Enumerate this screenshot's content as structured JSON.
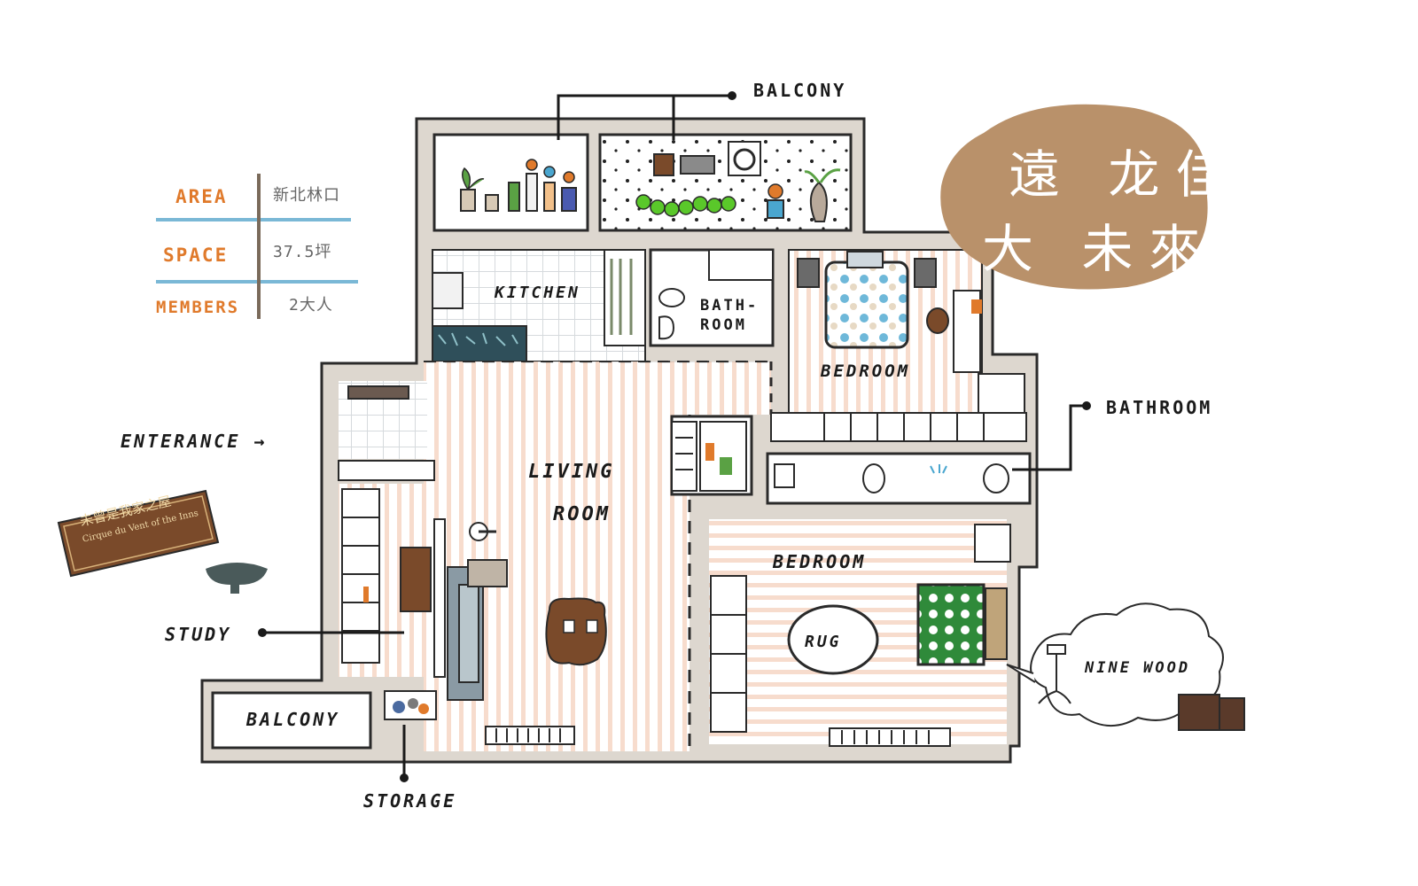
{
  "title": {
    "line1": "遠 龙佳",
    "line2": "大 未來"
  },
  "colors": {
    "wall": "#ddd7cf",
    "outline": "#2a2a2a",
    "stripe": "#f6d8c8",
    "tile_grid": "#d8dcde",
    "title_blob": "#b9916a",
    "accent_orange": "#e07a2b",
    "info_line": "#7ab8d6",
    "plant_green": "#5aa144",
    "couch": "#8a9aa4",
    "rug_brown": "#7a4a2a",
    "bed_blue": "#4aa6cf",
    "bed_green": "#2f8a3a"
  },
  "info": {
    "rows": [
      {
        "key": "AREA",
        "value": "新北林口"
      },
      {
        "key": "SPACE",
        "value": "37.5坪"
      },
      {
        "key": "MEMBERS",
        "value": "2大人"
      }
    ]
  },
  "sign": {
    "line1": "未曾是我家之屋",
    "line2": "Cirque du Vent of the Inns"
  },
  "rooms": {
    "balcony_top": "BALCONY",
    "kitchen": "KITCHEN",
    "bathroom_small": "BATH- ROOM",
    "bedroom_top": "BEDROOM",
    "living_1": "LIVING",
    "living_2": "ROOM",
    "bedroom_bottom": "BEDROOM",
    "rug": "RUG",
    "balcony_bottom": "BALCONY",
    "entrance": "ENTERANCE →",
    "study": "STUDY",
    "storage": "STORAGE",
    "bathroom_right": "BATHROOM",
    "nine_wood": "NINE WOOD"
  },
  "icons": [
    "plant-icon",
    "washing-machine-icon",
    "caterpillar-icon",
    "fridge-icon",
    "toilet-icon",
    "sink-icon",
    "bed-icon",
    "nightstand-icon",
    "chair-icon",
    "lamp-icon",
    "couch-icon",
    "bookshelf-icon",
    "wardrobe-icon",
    "rug-icon",
    "radiator-icon",
    "tree-stump-icon",
    "skunk-icon",
    "jar-icon"
  ]
}
